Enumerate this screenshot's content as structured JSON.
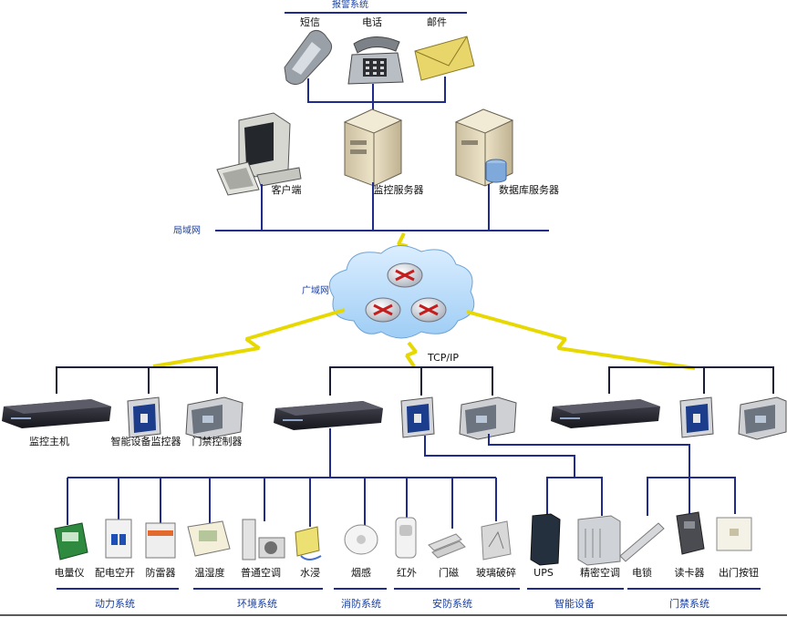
{
  "alarm": {
    "title": "报警系统",
    "sms": "短信",
    "phone": "电话",
    "email": "邮件"
  },
  "servers": {
    "client": "客户端",
    "monitor_server": "监控服务器",
    "db_server": "数据库服务器"
  },
  "network": {
    "lan": "局域网",
    "wan": "广域网",
    "protocol": "TCP/IP"
  },
  "nodes": {
    "host": "监控主机",
    "smart_monitor": "智能设备监控器",
    "door_controller": "门禁控制器"
  },
  "devices": {
    "meter": "电量仪",
    "switch": "配电空开",
    "arrester": "防雷器",
    "humidity": "温湿度",
    "ac": "普通空调",
    "water": "水浸",
    "smoke": "烟感",
    "infrared": "红外",
    "magnet": "门磁",
    "glass": "玻璃破碎",
    "ups": "UPS",
    "precision_ac": "精密空调",
    "lock": "电锁",
    "card_reader": "读卡器",
    "exit_button": "出门按钮"
  },
  "categories": {
    "power": "动力系统",
    "environment": "环境系统",
    "fire": "消防系统",
    "security": "安防系统",
    "smart": "智能设备",
    "access": "门禁系统"
  }
}
